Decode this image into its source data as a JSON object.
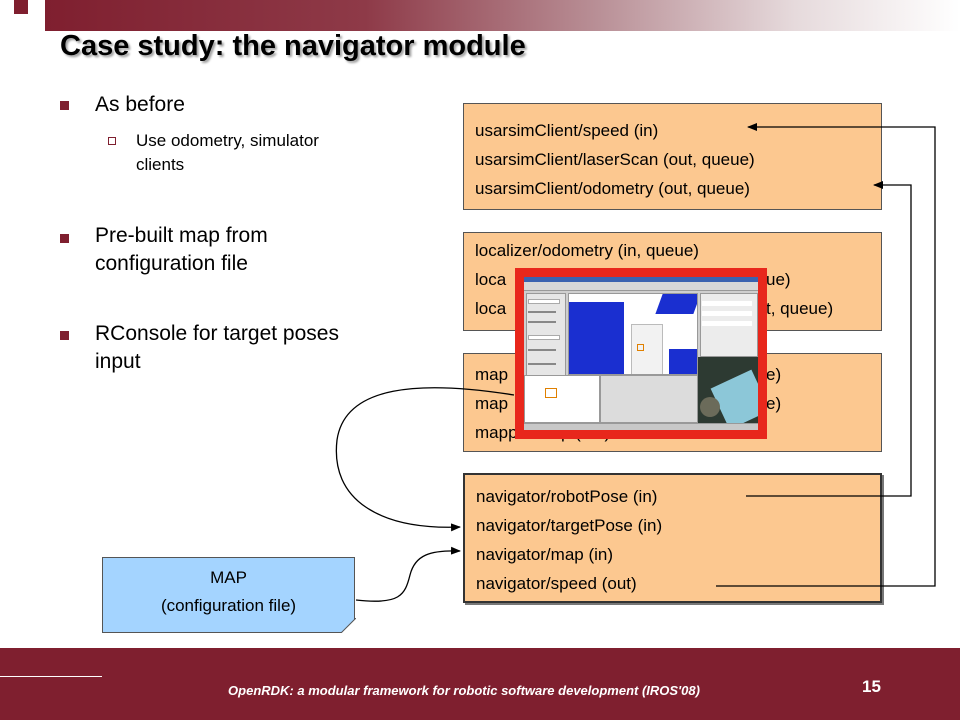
{
  "slide": {
    "title": "Case study: the navigator module",
    "bullets": [
      {
        "text": "As before",
        "subs": [
          "Use odometry, simulator clients"
        ]
      },
      {
        "text": "Pre-built map from configuration file"
      },
      {
        "text": "RConsole for target poses input"
      }
    ],
    "sub_line_1": "Use odometry, simulator",
    "sub_line_2": "clients",
    "bullet2_line1": "Pre-built map from",
    "bullet2_line2": "configuration file",
    "bullet3_line1": "RConsole for target poses",
    "bullet3_line2": "input"
  },
  "boxes": {
    "usarsim": [
      "usarsimClient/speed (in)",
      "usarsimClient/laserScan (out, queue)",
      "usarsimClient/odometry (out, queue)"
    ],
    "localizer": [
      "localizer/odometry (in, queue)",
      "loca",
      "loca"
    ],
    "localizer_right": [
      "ue)",
      "t, queue)"
    ],
    "mapper": [
      "map",
      "map",
      "mapper/map (out)"
    ],
    "mapper_right": [
      "e)",
      "e)"
    ],
    "navigator": [
      "navigator/robotPose (in)",
      "navigator/targetPose (in)",
      "navigator/map (in)",
      "navigator/speed (out)"
    ]
  },
  "map_note": {
    "line1": "MAP",
    "line2": "(configuration file)"
  },
  "footer": {
    "text": "OpenRDK: a modular framework for robotic software development (IROS'08)",
    "page_number": "15"
  },
  "colors": {
    "brand": "#7f1f2f",
    "module_box": "#fcc890",
    "map_note": "#a4d4ff",
    "highlight_frame": "#e8271c"
  }
}
